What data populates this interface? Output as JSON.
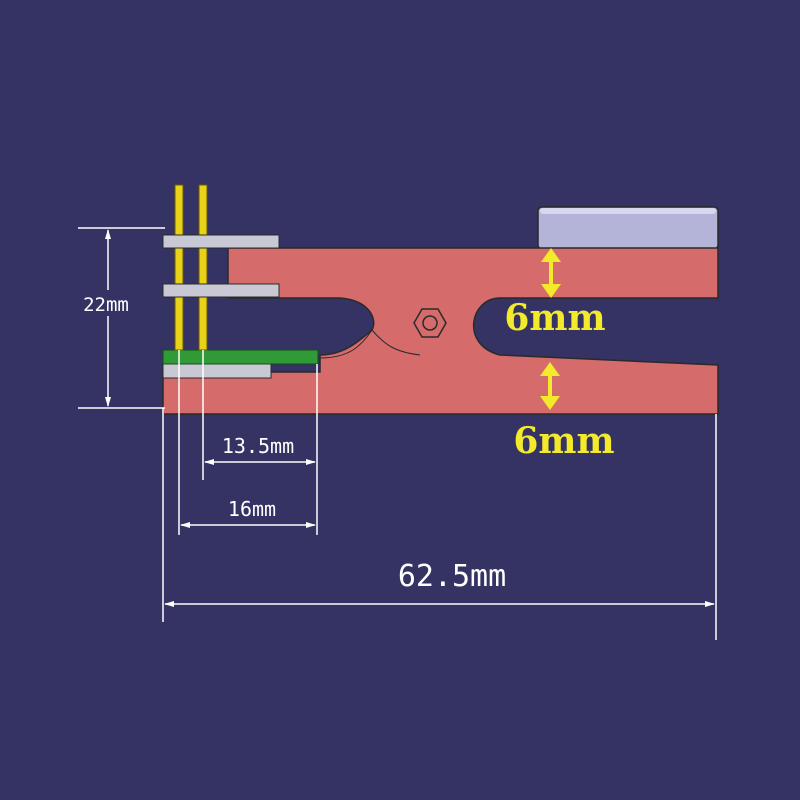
{
  "dimensions": {
    "overall_height": "22mm",
    "pin_span": "13.5mm",
    "board_span": "16mm",
    "total_length": "62.5mm"
  },
  "thickness": {
    "upper_jaw": "6mm",
    "lower_jaw": "6mm"
  },
  "colors": {
    "background": "#343364",
    "clamp_body": "#d66b6b",
    "clamp_outline": "#2a2a2a",
    "pcb": "#2f9a36",
    "pins": "#e8d21a",
    "plates": "#c9c9d6",
    "pad": "#b4b4d8",
    "dimension_lines": "#ffffff",
    "thickness_arrows": "#f2ea2a"
  }
}
